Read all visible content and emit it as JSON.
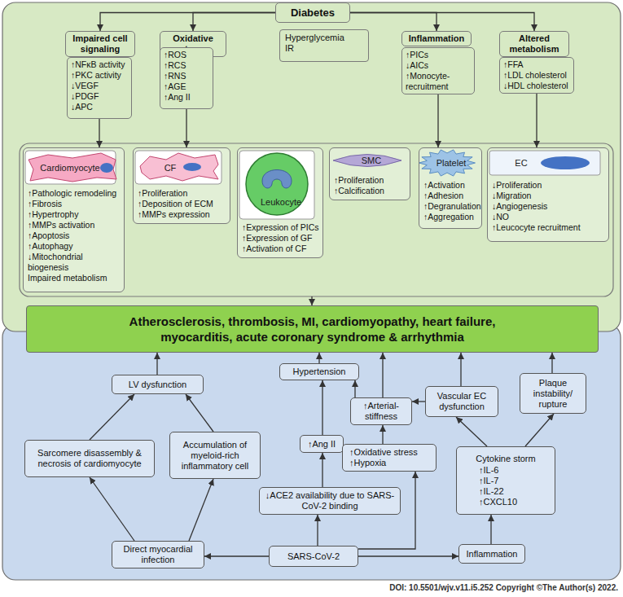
{
  "diagram": {
    "nodes": [
      {
        "text": [
          "Diabetes"
        ]
      },
      {
        "text": [
          "Impaired cell signaling"
        ]
      },
      {
        "text": [
          "↑NFκB activity",
          "↑PKC activity",
          "↓VEGF",
          "↓PDGF",
          "↓APC"
        ]
      },
      {
        "text": [
          "Oxidative stress"
        ]
      },
      {
        "text": [
          "↑ROS",
          "↑RCS",
          "↑RNS",
          "↑AGE",
          "↑Ang II"
        ]
      },
      {
        "text": [
          "Hyperglycemia",
          "IR"
        ]
      },
      {
        "text": [
          "Inflammation"
        ]
      },
      {
        "text": [
          "↑PICs",
          "↓AICs",
          "↑Monocyte-recruitment"
        ]
      },
      {
        "text": [
          "Altered metabolism"
        ]
      },
      {
        "text": [
          "↑FFA",
          "↑LDL cholesterol",
          "↓HDL cholesterol"
        ]
      },
      {
        "text": [
          "Cardiomyocyte",
          "↑Pathologic remodeling",
          "↑Fibrosis",
          "↑Hypertrophy",
          "↑MMPs activation",
          "↑Apoptosis",
          "↑Autophagy",
          "↓Mitochondrial biogenesis",
          "Impaired metabolism"
        ]
      },
      {
        "text": [
          "CF",
          "↑Proliferation",
          "↑Deposition of ECM",
          "↑MMPs expression"
        ]
      },
      {
        "text": [
          "Leukocyte",
          "↑Expression of PICs",
          "↑Expression of GF",
          "↑Activation of CF"
        ]
      },
      {
        "text": [
          "SMC",
          "↑Proliferation",
          "↑Calcification"
        ]
      },
      {
        "text": [
          "Platelet",
          "↑Activation",
          "↑Adhesion",
          "↑Degranulation",
          "↑Aggregation"
        ]
      },
      {
        "text": [
          "EC",
          "↓Proliferation",
          "↓Migration",
          "↓Angiogenesis",
          "↓NO",
          "↑Leucocyte recruitment"
        ]
      },
      {
        "text": [
          "Atherosclerosis, thrombosis, MI, cardiomyopathy, heart failure, myocarditis, acute coronary syndrome & arrhythmia"
        ]
      },
      {
        "text": [
          "LV dysfunction"
        ]
      },
      {
        "text": [
          "Hypertension"
        ]
      },
      {
        "text": [
          "↑Arterial-stiffness"
        ]
      },
      {
        "text": [
          "Vascular EC dysfunction"
        ]
      },
      {
        "text": [
          "Plaque instability/ rupture"
        ]
      },
      {
        "text": [
          "Sarcomere disassembly & necrosis of cardiomyocyte"
        ]
      },
      {
        "text": [
          "Accumulation of myeloid-rich inflammatory cell"
        ]
      },
      {
        "text": [
          "↑Ang II"
        ]
      },
      {
        "text": [
          "↑Oxidative stress",
          "↑Hypoxia"
        ]
      },
      {
        "text": [
          "Cytokine storm",
          "↑IL-6",
          "↑IL-7",
          "↑IL-22",
          "↑CXCL10"
        ]
      },
      {
        "text": [
          "↓ACE2 availability due to SARS-CoV-2 binding"
        ]
      },
      {
        "text": [
          "Direct myocardial infection"
        ]
      },
      {
        "text": [
          "SARS-CoV-2"
        ]
      },
      {
        "text": [
          "Inflammation"
        ]
      }
    ],
    "edges": [
      {
        "from": 0,
        "to": 1,
        "arrow": "to"
      },
      {
        "from": 0,
        "to": 3,
        "arrow": "to"
      },
      {
        "from": 0,
        "to": 6,
        "arrow": "to"
      },
      {
        "from": 0,
        "to": 8,
        "arrow": "to"
      },
      {
        "from": 2,
        "to": 10,
        "arrow": "to"
      },
      {
        "from": 4,
        "to": 11,
        "arrow": "to"
      },
      {
        "from": 7,
        "to": 14,
        "arrow": "to"
      },
      {
        "from": 9,
        "to": 15,
        "arrow": "to"
      },
      {
        "from": 17,
        "to": 16,
        "arrow": "to"
      },
      {
        "from": 18,
        "to": 16,
        "arrow": "to"
      },
      {
        "from": 19,
        "to": 16,
        "arrow": "to"
      },
      {
        "from": 19,
        "to": 18,
        "arrow": "to"
      },
      {
        "from": 20,
        "to": 16,
        "arrow": "to"
      },
      {
        "from": 20,
        "to": 19,
        "arrow": "to"
      },
      {
        "from": 21,
        "to": 16,
        "arrow": "to"
      },
      {
        "from": 22,
        "to": 17,
        "arrow": "to"
      },
      {
        "from": 23,
        "to": 17,
        "arrow": "to"
      },
      {
        "from": 24,
        "to": 18,
        "arrow": "to"
      },
      {
        "from": 27,
        "to": 24,
        "arrow": "to"
      },
      {
        "from": 25,
        "to": 19,
        "arrow": "to"
      },
      {
        "from": 26,
        "to": 20,
        "arrow": "to"
      },
      {
        "from": 26,
        "to": 21,
        "arrow": "to"
      },
      {
        "from": 30,
        "to": 26,
        "arrow": "to"
      },
      {
        "from": 28,
        "to": 22,
        "arrow": "to"
      },
      {
        "from": 28,
        "to": 23,
        "arrow": "to"
      },
      {
        "from": 29,
        "to": 28,
        "arrow": "to"
      },
      {
        "from": 29,
        "to": 27,
        "arrow": "to"
      },
      {
        "from": 29,
        "to": 25,
        "arrow": "to"
      },
      {
        "from": 29,
        "to": 30,
        "arrow": "to"
      }
    ],
    "labels": [
      "DOI: 10.5501/wjv.v11.i5.252  Copyright ©The Author(s) 2022."
    ]
  }
}
